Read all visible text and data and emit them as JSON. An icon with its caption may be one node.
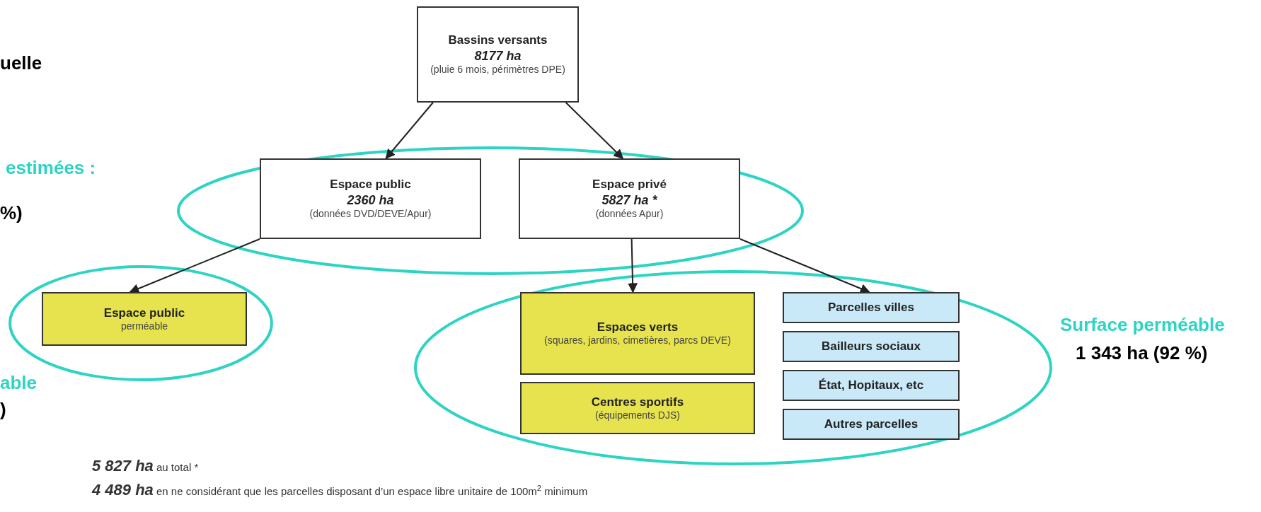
{
  "diagram": {
    "nodes": [
      {
        "text": [
          "Bassins versants",
          "8177 ha",
          "(pluie 6 mois, périmètres DPE)"
        ]
      },
      {
        "text": [
          "Espace public",
          "2360 ha",
          "(données DVD/DEVE/Apur)"
        ]
      },
      {
        "text": [
          "Espace privé",
          "5827 ha *",
          "(données Apur)"
        ]
      },
      {
        "text": [
          "Espace public",
          "perméable"
        ]
      },
      {
        "text": [
          "Espaces verts",
          "(squares, jardins, cimetières, parcs DEVE)"
        ]
      },
      {
        "text": [
          "Centres sportifs",
          "(équipements DJS)"
        ]
      },
      {
        "text": [
          "Parcelles villes"
        ]
      },
      {
        "text": [
          "Bailleurs sociaux"
        ]
      },
      {
        "text": [
          "État, Hopitaux, etc"
        ]
      },
      {
        "text": [
          "Autres parcelles"
        ]
      }
    ],
    "edges": [
      {
        "from": 0,
        "to": 1,
        "arrow": "to"
      },
      {
        "from": 0,
        "to": 2,
        "arrow": "to"
      },
      {
        "from": 1,
        "to": 3,
        "arrow": "to"
      },
      {
        "from": 2,
        "to": 4,
        "arrow": "to"
      },
      {
        "from": 2,
        "to": 6,
        "arrow": "to"
      }
    ],
    "labels": [
      "uelle",
      "estimées :",
      "%)",
      "able",
      ")",
      "Surface perméable",
      "1 343 ha (92 %)",
      "**5 827 ha** au total *",
      "**4 489 ha** en ne considérant que les parcelles disposant d’un espace libre unitaire de 100m$^{2}$ minimum"
    ]
  }
}
